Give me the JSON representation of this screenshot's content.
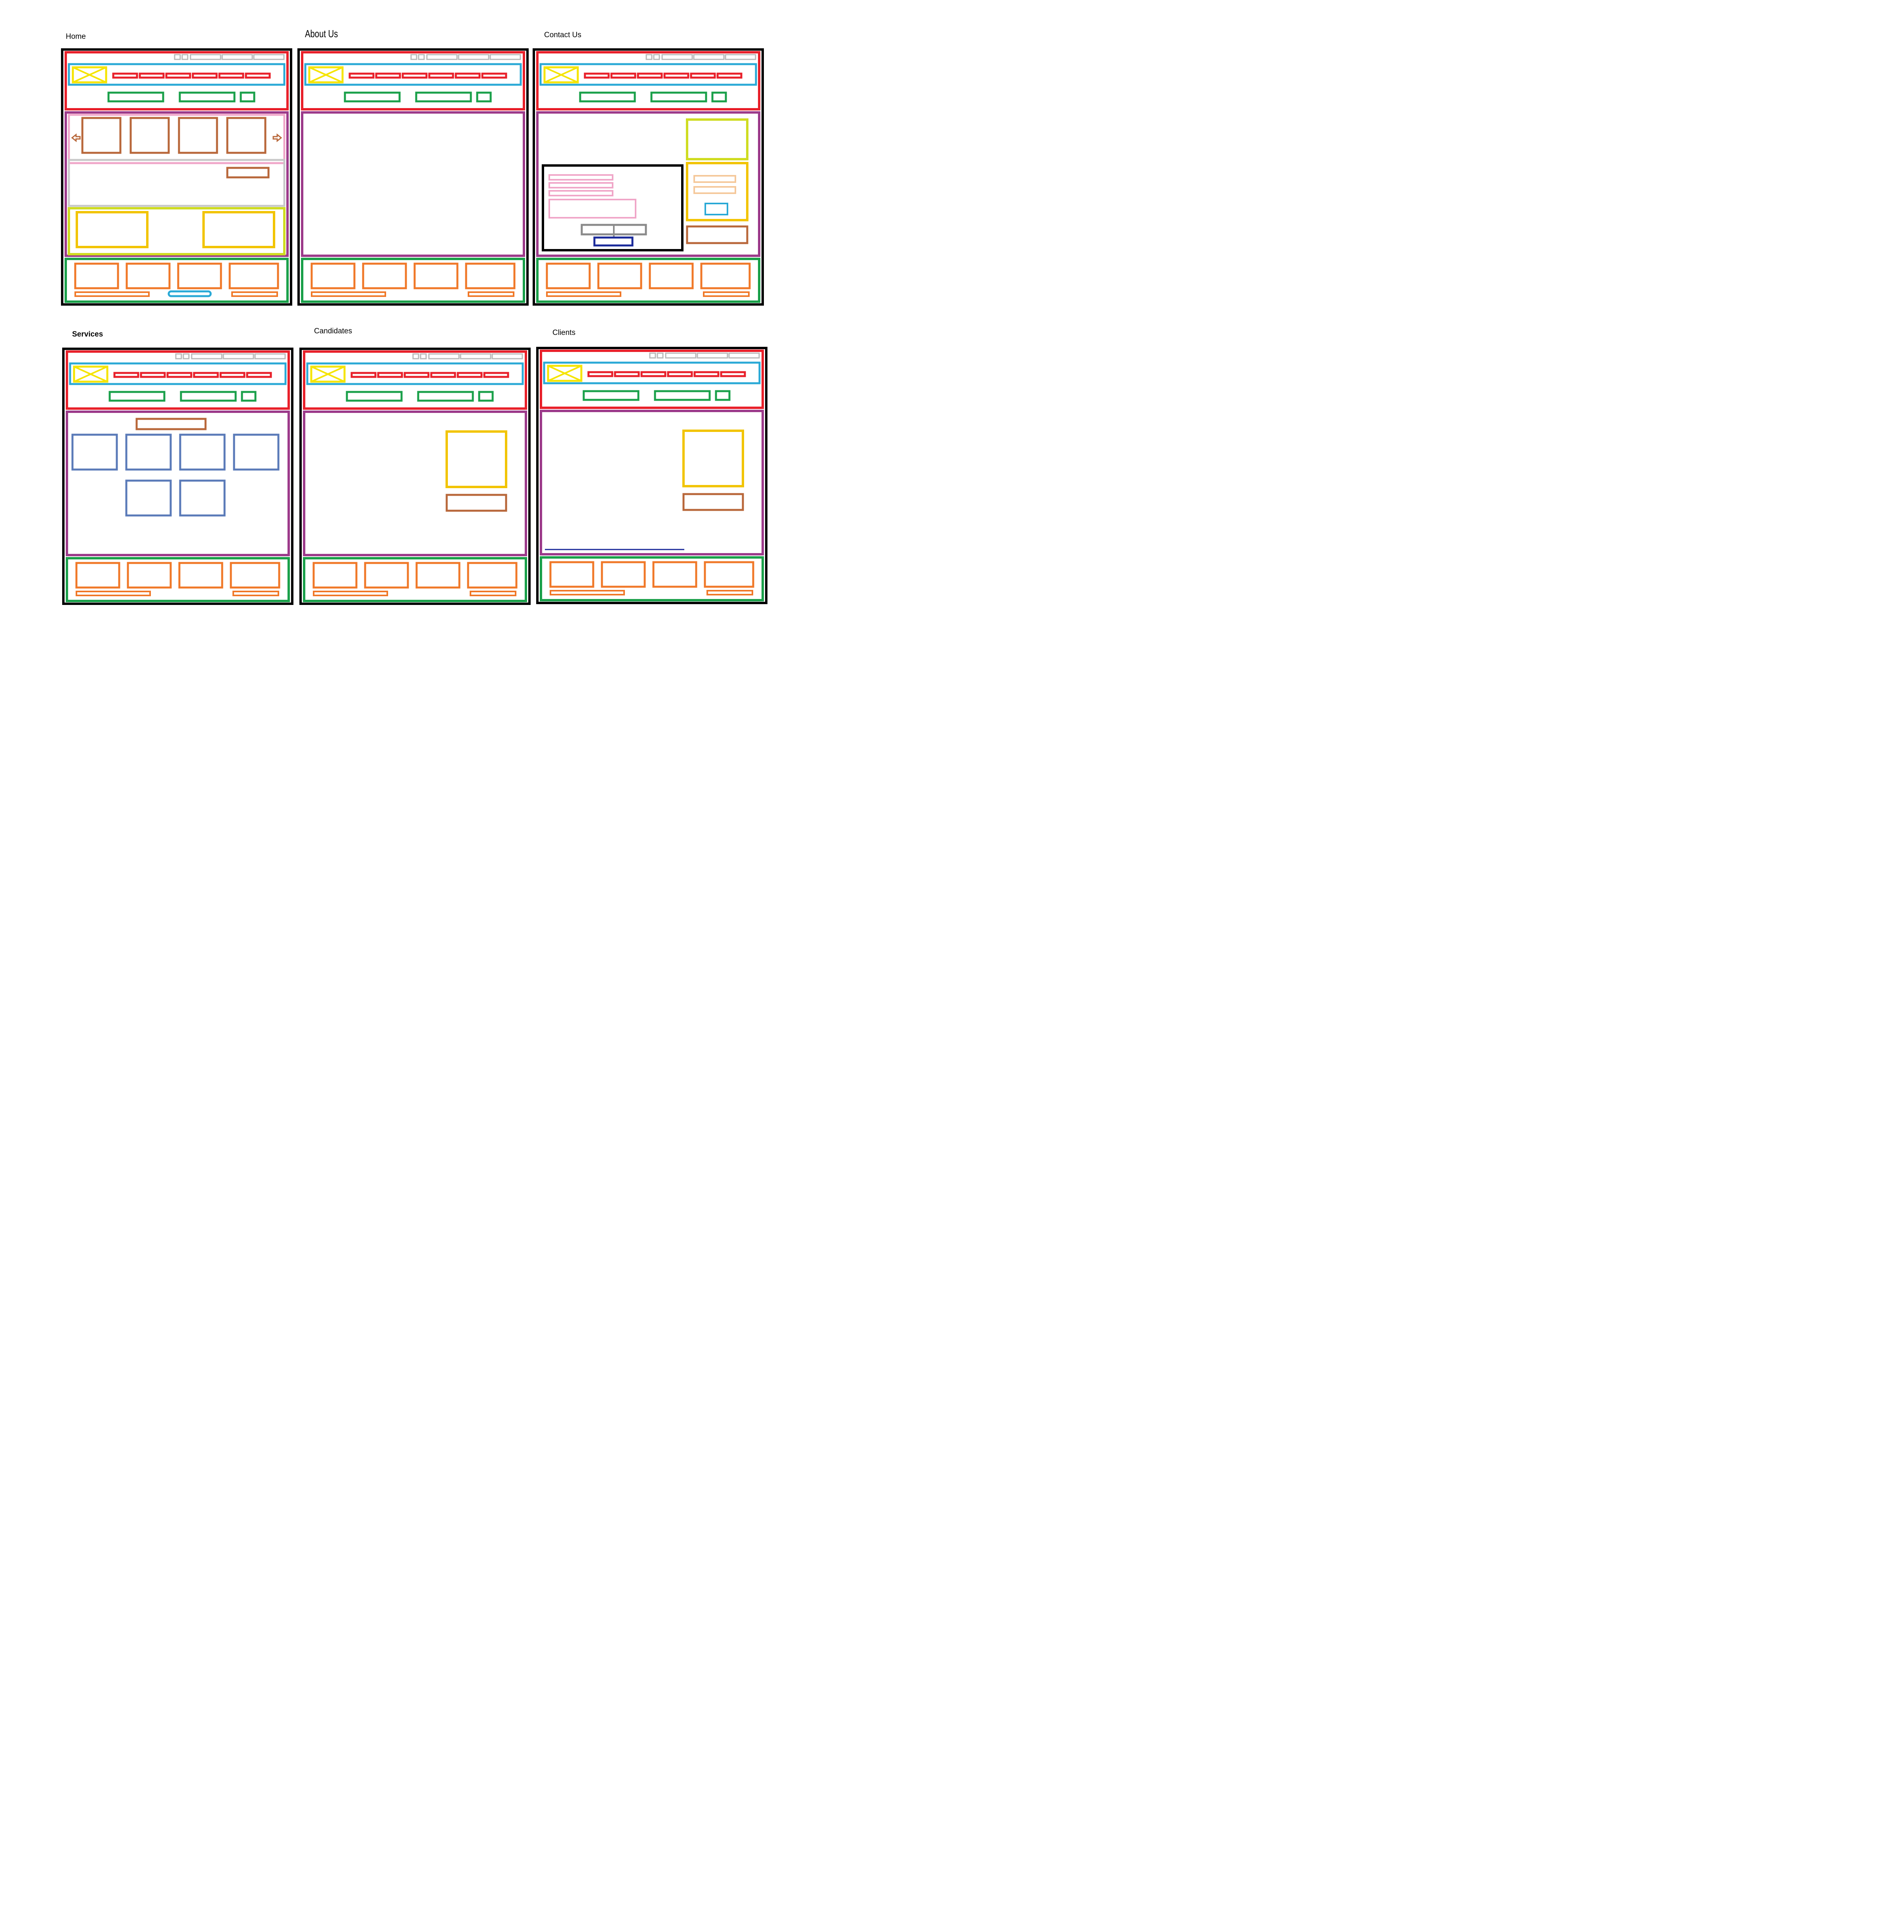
{
  "pages": [
    {
      "key": "home",
      "title": "Home",
      "template": "home"
    },
    {
      "key": "about",
      "title": "About Us",
      "template": "blank"
    },
    {
      "key": "contact",
      "title": "Contact Us",
      "template": "contact"
    },
    {
      "key": "services",
      "title": "Services",
      "template": "services"
    },
    {
      "key": "candidates",
      "title": "Candidates",
      "template": "sidebar"
    },
    {
      "key": "clients",
      "title": "Clients",
      "template": "sidebar"
    }
  ],
  "colors": {
    "frame": "#000000",
    "header": "#e8202a",
    "navbar": "#2aa9d6",
    "logo": "#f5e400",
    "nav_link": "#e8202a",
    "sub_button": "#1aa04a",
    "top_util": "#b8b8b8",
    "content": "#9c3a8a",
    "carousel": "#f0a6c8",
    "card": "#b8673a",
    "text_panel": "#c8c8c8",
    "promo": "#f2c400",
    "promo_outer": "#cfdc22",
    "footer": "#1aa04a",
    "footer_item": "#f07828",
    "social_pill": "#2aa9d6",
    "form_field": "#f0a6c8",
    "form_button": "#8a8a8a",
    "submit": "#1a2a9a",
    "info_box": "#f2c400",
    "info_line": "#f5c89a",
    "service_tile": "#5a7ab8",
    "map_box": "#cfdc22"
  }
}
